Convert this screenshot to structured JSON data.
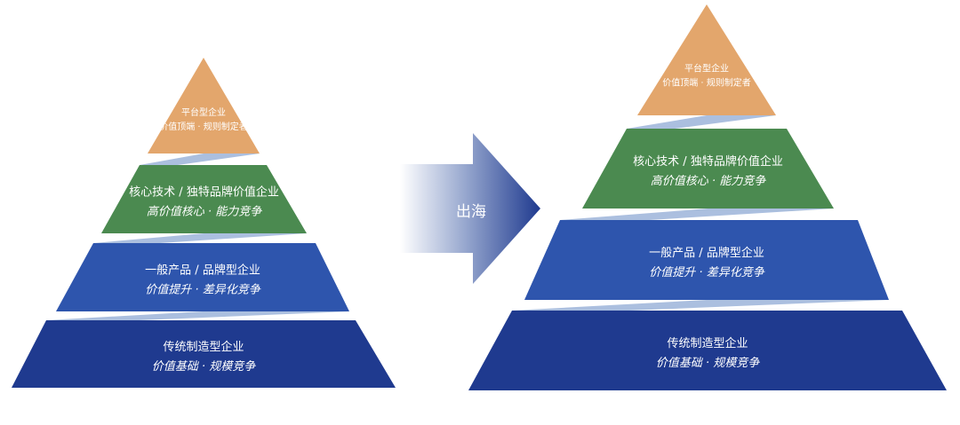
{
  "arrow": {
    "label": "出海"
  },
  "colors": {
    "platform": "#e3a66c",
    "core": "#4b8a50",
    "product": "#2e55ad",
    "traditional": "#1f3a8f",
    "connector": "#8fa9d4"
  },
  "pyramids": [
    {
      "name": "before",
      "layers": [
        {
          "title": "平台型企业",
          "subtitle": "价值顶端 · 规则制定者"
        },
        {
          "title": "核心技术 / 独特品牌价值企业",
          "subtitle": "高价值核心 · 能力竞争"
        },
        {
          "title": "一般产品 / 品牌型企业",
          "subtitle": "价值提升 · 差异化竞争"
        },
        {
          "title": "传统制造型企业",
          "subtitle": "价值基础 · 规模竞争"
        }
      ]
    },
    {
      "name": "after",
      "layers": [
        {
          "title": "平台型企业",
          "subtitle": "价值顶端 · 规则制定者"
        },
        {
          "title": "核心技术 / 独特品牌价值企业",
          "subtitle": "高价值核心 · 能力竞争"
        },
        {
          "title": "一般产品 / 品牌型企业",
          "subtitle": "价值提升 · 差异化竞争"
        },
        {
          "title": "传统制造型企业",
          "subtitle": "价值基础 · 规模竞争"
        }
      ]
    }
  ]
}
